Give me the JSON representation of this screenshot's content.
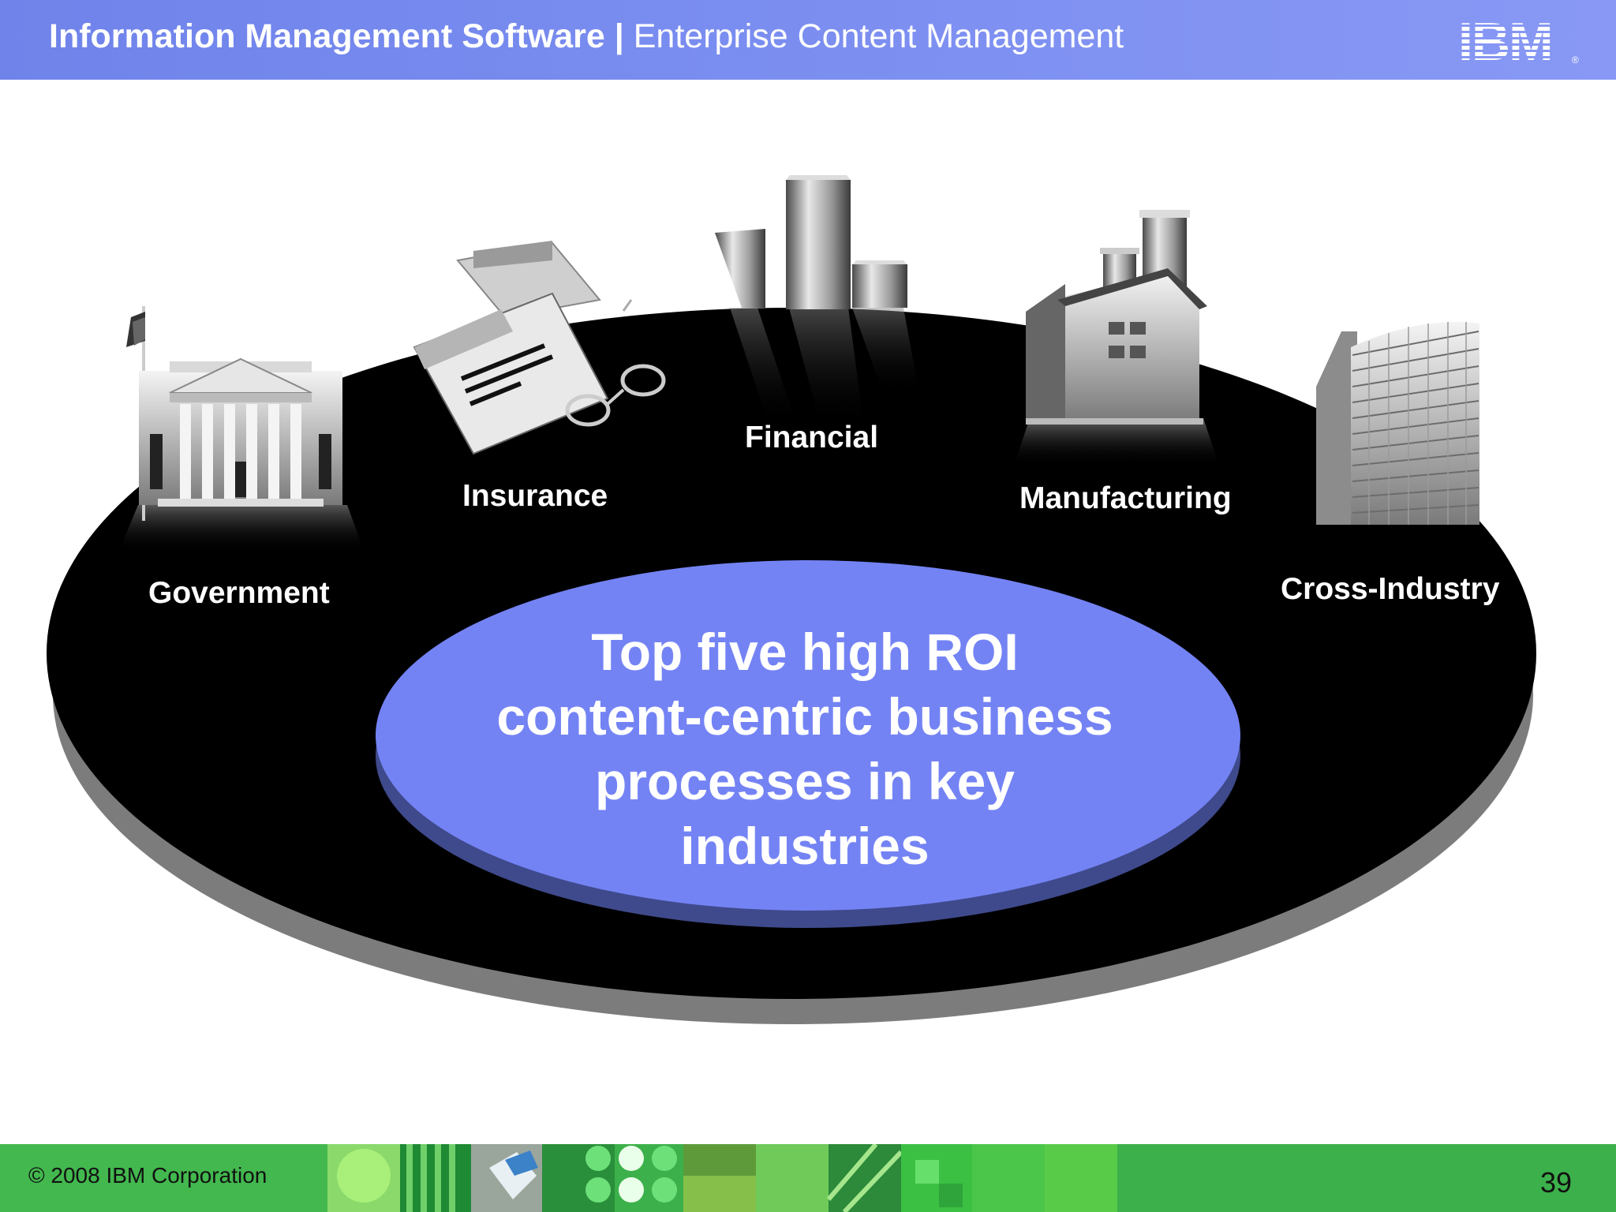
{
  "header": {
    "title_bold": "Information Management Software",
    "separator": "|",
    "title_light": "Enterprise Content Management",
    "logo": "IBM"
  },
  "diagram": {
    "center_text_lines": [
      "Top five high ROI",
      "content-centric business",
      "processes in key",
      "industries"
    ],
    "industries": [
      {
        "label": "Government",
        "icon": "government-building-icon"
      },
      {
        "label": "Insurance",
        "icon": "insurance-documents-icon"
      },
      {
        "label": "Financial",
        "icon": "financial-bars-icon"
      },
      {
        "label": "Manufacturing",
        "icon": "manufacturing-factory-icon"
      },
      {
        "label": "Cross-Industry",
        "icon": "office-tower-icon"
      }
    ]
  },
  "footer": {
    "copyright": "© 2008 IBM Corporation",
    "page_number": "39"
  },
  "colors": {
    "header": "#7a8df0",
    "ellipse_fill": "#7483f4",
    "platform": "#000000",
    "footer": "#3cb04a"
  }
}
